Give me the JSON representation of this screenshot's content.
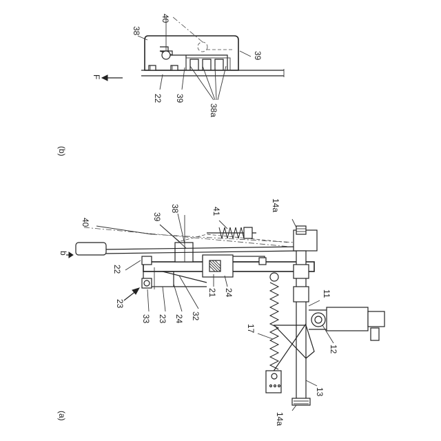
{
  "figure_b": {
    "caption": "(b)",
    "labels": {
      "l40": "40",
      "l38": "38",
      "l39_right": "39",
      "l22": "22",
      "l39_bottom": "39",
      "l38a": "38a",
      "direction": "F"
    }
  },
  "figure_a": {
    "caption": "(a)",
    "labels": {
      "l40": "40",
      "l39": "39",
      "l38": "38",
      "l41": "41",
      "l14a_top": "14a",
      "l14a_bottom": "14a",
      "lb": "b",
      "l22": "22",
      "l21": "21",
      "l24_mid": "24",
      "l23_arrow": "23",
      "l33": "33",
      "l23": "23",
      "l24": "24",
      "l32": "32",
      "l17": "17",
      "l11": "11",
      "l12": "12",
      "l13": "13"
    }
  }
}
